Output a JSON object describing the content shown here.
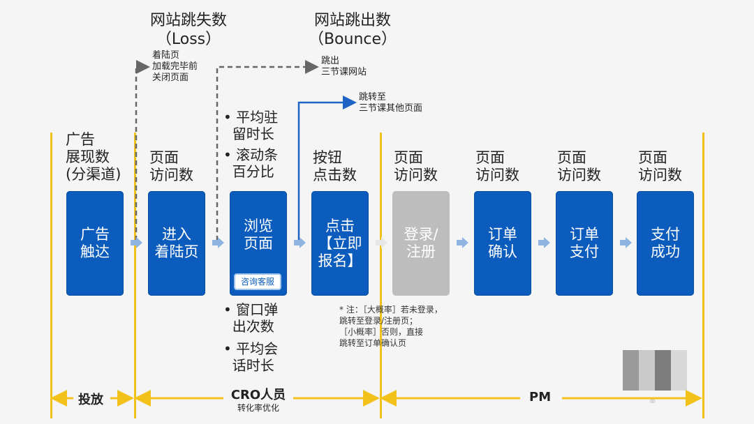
{
  "top_metrics": {
    "loss_title": "网站跳失数",
    "loss_sub": "（Loss）",
    "bounce_title": "网站跳出数",
    "bounce_sub": "（Bounce）",
    "loss_note": "着陆页\n加载完毕前\n关闭页面",
    "bounce_note": "跳出\n三节课网站",
    "jump_note": "跳转至\n三节课其他页面"
  },
  "column_headers": [
    "广告\n展现数\n(分渠道)",
    "页面\n访问数",
    "",
    "按钮\n点击数",
    "页面\n访问数",
    "页面\n访问数",
    "页面\n访问数",
    "页面\n访问数"
  ],
  "browse_metrics_top": [
    "• 平均驻\n  留时长",
    "• 滚动条\n  百分比"
  ],
  "browse_metrics_bottom": [
    "• 窗口弹\n  出次数",
    "• 平均会\n  话时长"
  ],
  "steps": [
    {
      "label": "广告\n触达"
    },
    {
      "label": "进入\n着陆页"
    },
    {
      "label": "浏览\n页面",
      "button": "咨询客服"
    },
    {
      "label": "点击\n【立即\n报名】"
    },
    {
      "label": "登录/\n注册"
    },
    {
      "label": "订单\n确认"
    },
    {
      "label": "订单\n支付"
    },
    {
      "label": "支付\n成功"
    }
  ],
  "note": "* 注：［大概率］若未登录，\n跳转至登录/注册页；\n［小概率］否则，直接\n跳转至订单确认页",
  "footer": {
    "left": "投放",
    "middle": "CRO人员",
    "middle_sub": "转化率优化",
    "right": "PM"
  },
  "colors": {
    "box": "#0b5cbc",
    "gray_box": "#bdbdbd",
    "gold_line": "#f2c21b",
    "arrow": "#8fb4e2",
    "blue_arrow": "#1f63c5"
  }
}
